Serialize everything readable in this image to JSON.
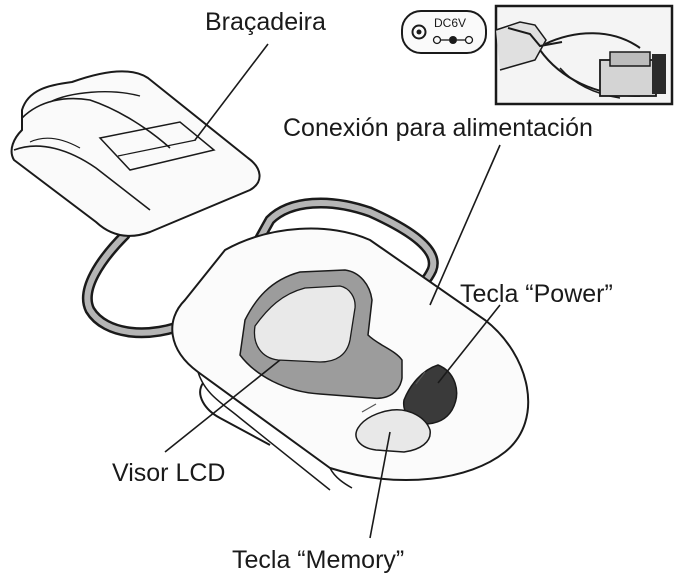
{
  "labels": {
    "cuff": "Braçadeira",
    "power_connection": "Conexión para alimentación",
    "power_key": "Tecla “Power”",
    "lcd": "Visor LCD",
    "memory_key": "Tecla “Memory”"
  },
  "jack_label": "DC6V",
  "icons": [
    "dc-jack-icon",
    "polarity-icon"
  ],
  "colors": {
    "ink": "#1a1a1a",
    "power_button": "#3a3a3a",
    "memory_button": "#e8e8e8",
    "display_frame": "#9c9c9c",
    "display_screen": "#e9e9e9",
    "tube": "#b5b5b5"
  }
}
